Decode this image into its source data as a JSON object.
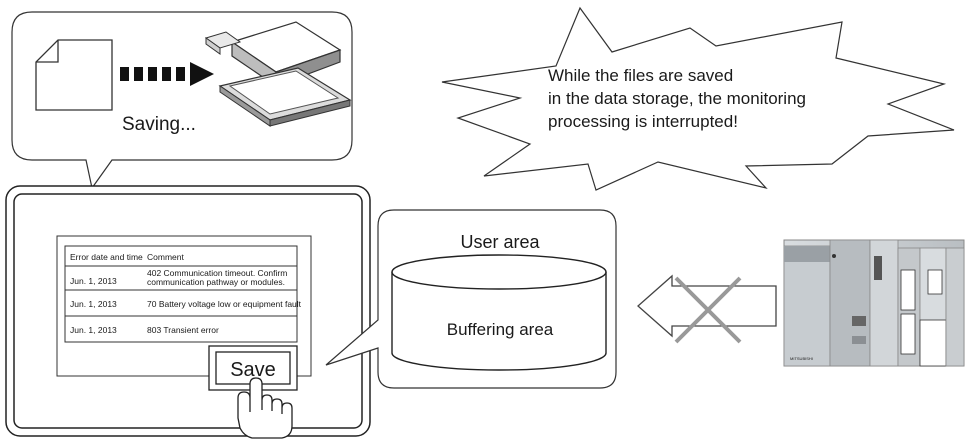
{
  "bubble": {
    "saving_label": "Saving..."
  },
  "alert": {
    "lines": [
      "While the files are saved",
      "in the data storage, the monitoring",
      "processing is interrupted!"
    ]
  },
  "panel": {
    "table": {
      "headers": [
        "Error date and time",
        "Comment"
      ],
      "rows": [
        {
          "date": "Jun. 1, 2013",
          "comment_lines": [
            "402 Communication timeout. Confirm",
            "communication pathway or modules."
          ]
        },
        {
          "date": "Jun. 1, 2013",
          "comment_lines": [
            "70  Battery voltage low or equipment fault"
          ]
        },
        {
          "date": "Jun. 1, 2013",
          "comment_lines": [
            "803 Transient error"
          ]
        }
      ]
    },
    "save_button_label": "Save"
  },
  "storage": {
    "title": "User area",
    "cylinder_label": "Buffering area"
  },
  "plc": {
    "brand": "MITSUBISHI"
  }
}
